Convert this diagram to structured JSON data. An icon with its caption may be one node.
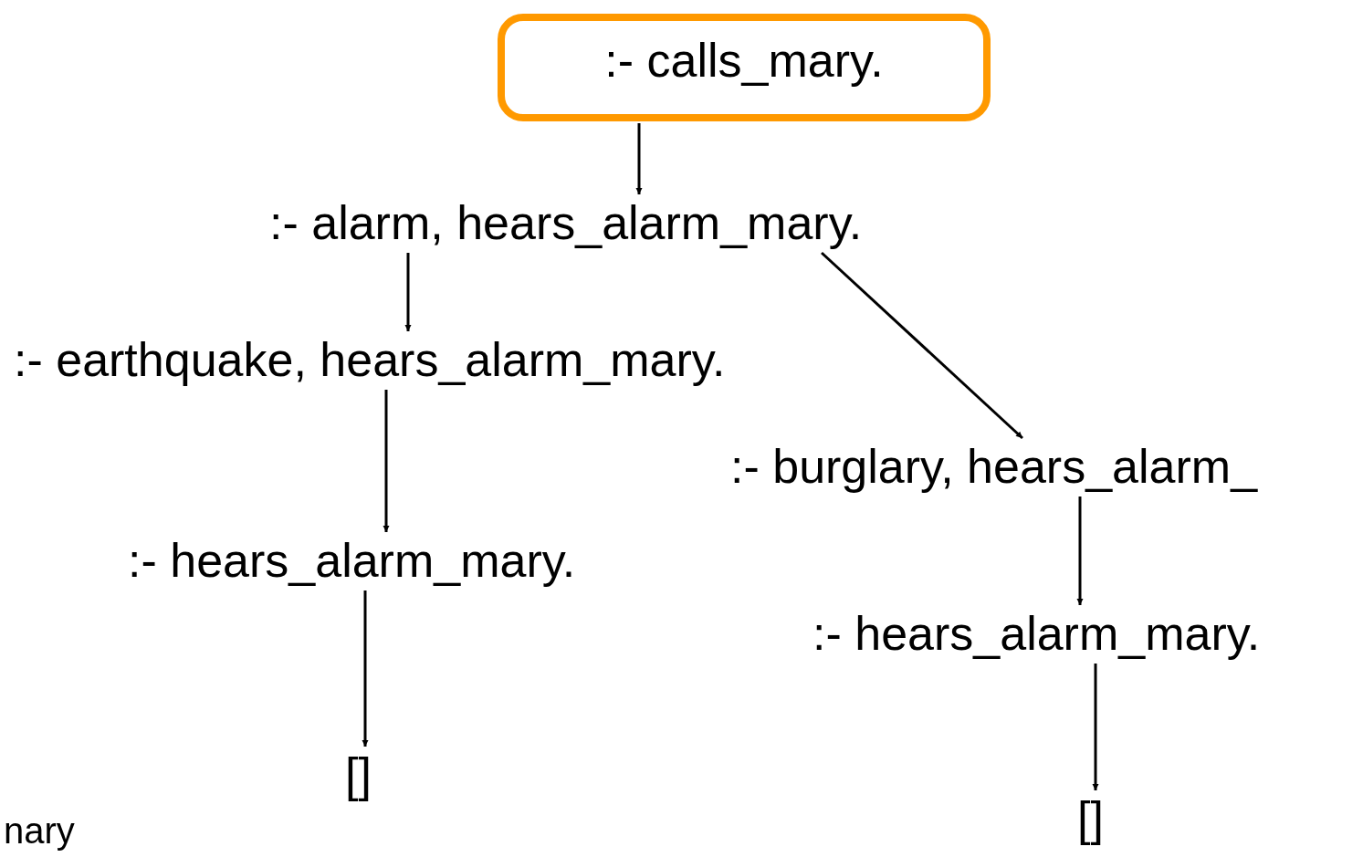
{
  "diagram": {
    "nodes": [
      {
        "text": [
          ":- calls_mary."
        ]
      },
      {
        "text": [
          ":- alarm, hears_alarm_mary."
        ]
      },
      {
        "text": [
          ":- earthquake, hears_alarm_mary."
        ]
      },
      {
        "text": [
          ":- hears_alarm_mary."
        ]
      },
      {
        "text": [
          "[]"
        ]
      },
      {
        "text": [
          ":- burglary, hears_alarm_"
        ]
      },
      {
        "text": [
          ":- hears_alarm_mary."
        ]
      },
      {
        "text": [
          "[]"
        ]
      }
    ],
    "edges": [
      {
        "from": 0,
        "to": 1,
        "arrow": "to"
      },
      {
        "from": 1,
        "to": 2,
        "arrow": "to"
      },
      {
        "from": 1,
        "to": 5,
        "arrow": "to"
      },
      {
        "from": 2,
        "to": 3,
        "arrow": "to"
      },
      {
        "from": 3,
        "to": 4,
        "arrow": "to"
      },
      {
        "from": 5,
        "to": 6,
        "arrow": "to"
      },
      {
        "from": 6,
        "to": 7,
        "arrow": "to"
      }
    ],
    "labels": [
      "nary"
    ]
  }
}
